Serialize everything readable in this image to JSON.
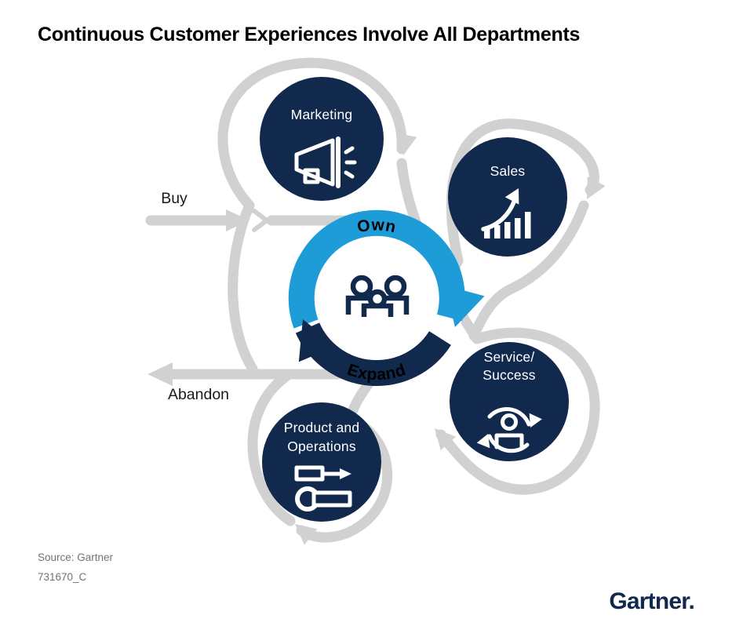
{
  "title": "Continuous Customer Experiences Involve All Departments",
  "colors": {
    "navy": "#12294E",
    "light_blue": "#1E9CD8",
    "path_gray": "#D1D1D1",
    "footnote_gray": "#6E7478"
  },
  "center": {
    "top_label": "Own",
    "bottom_label": "Expand",
    "icon": "customers-icon"
  },
  "departments": [
    {
      "label": "Marketing",
      "label2": "",
      "icon": "megaphone-icon"
    },
    {
      "label": "Sales",
      "label2": "",
      "icon": "growth-chart-icon"
    },
    {
      "label": "Service/",
      "label2": "Success",
      "icon": "customer-retention-icon"
    },
    {
      "label": "Product and",
      "label2": "Operations",
      "icon": "tools-icon"
    }
  ],
  "flow_labels": {
    "buy": "Buy",
    "abandon": "Abandon"
  },
  "footer": {
    "source": "Source: Gartner",
    "doc_id": "731670_C",
    "logo": "Gartner."
  }
}
